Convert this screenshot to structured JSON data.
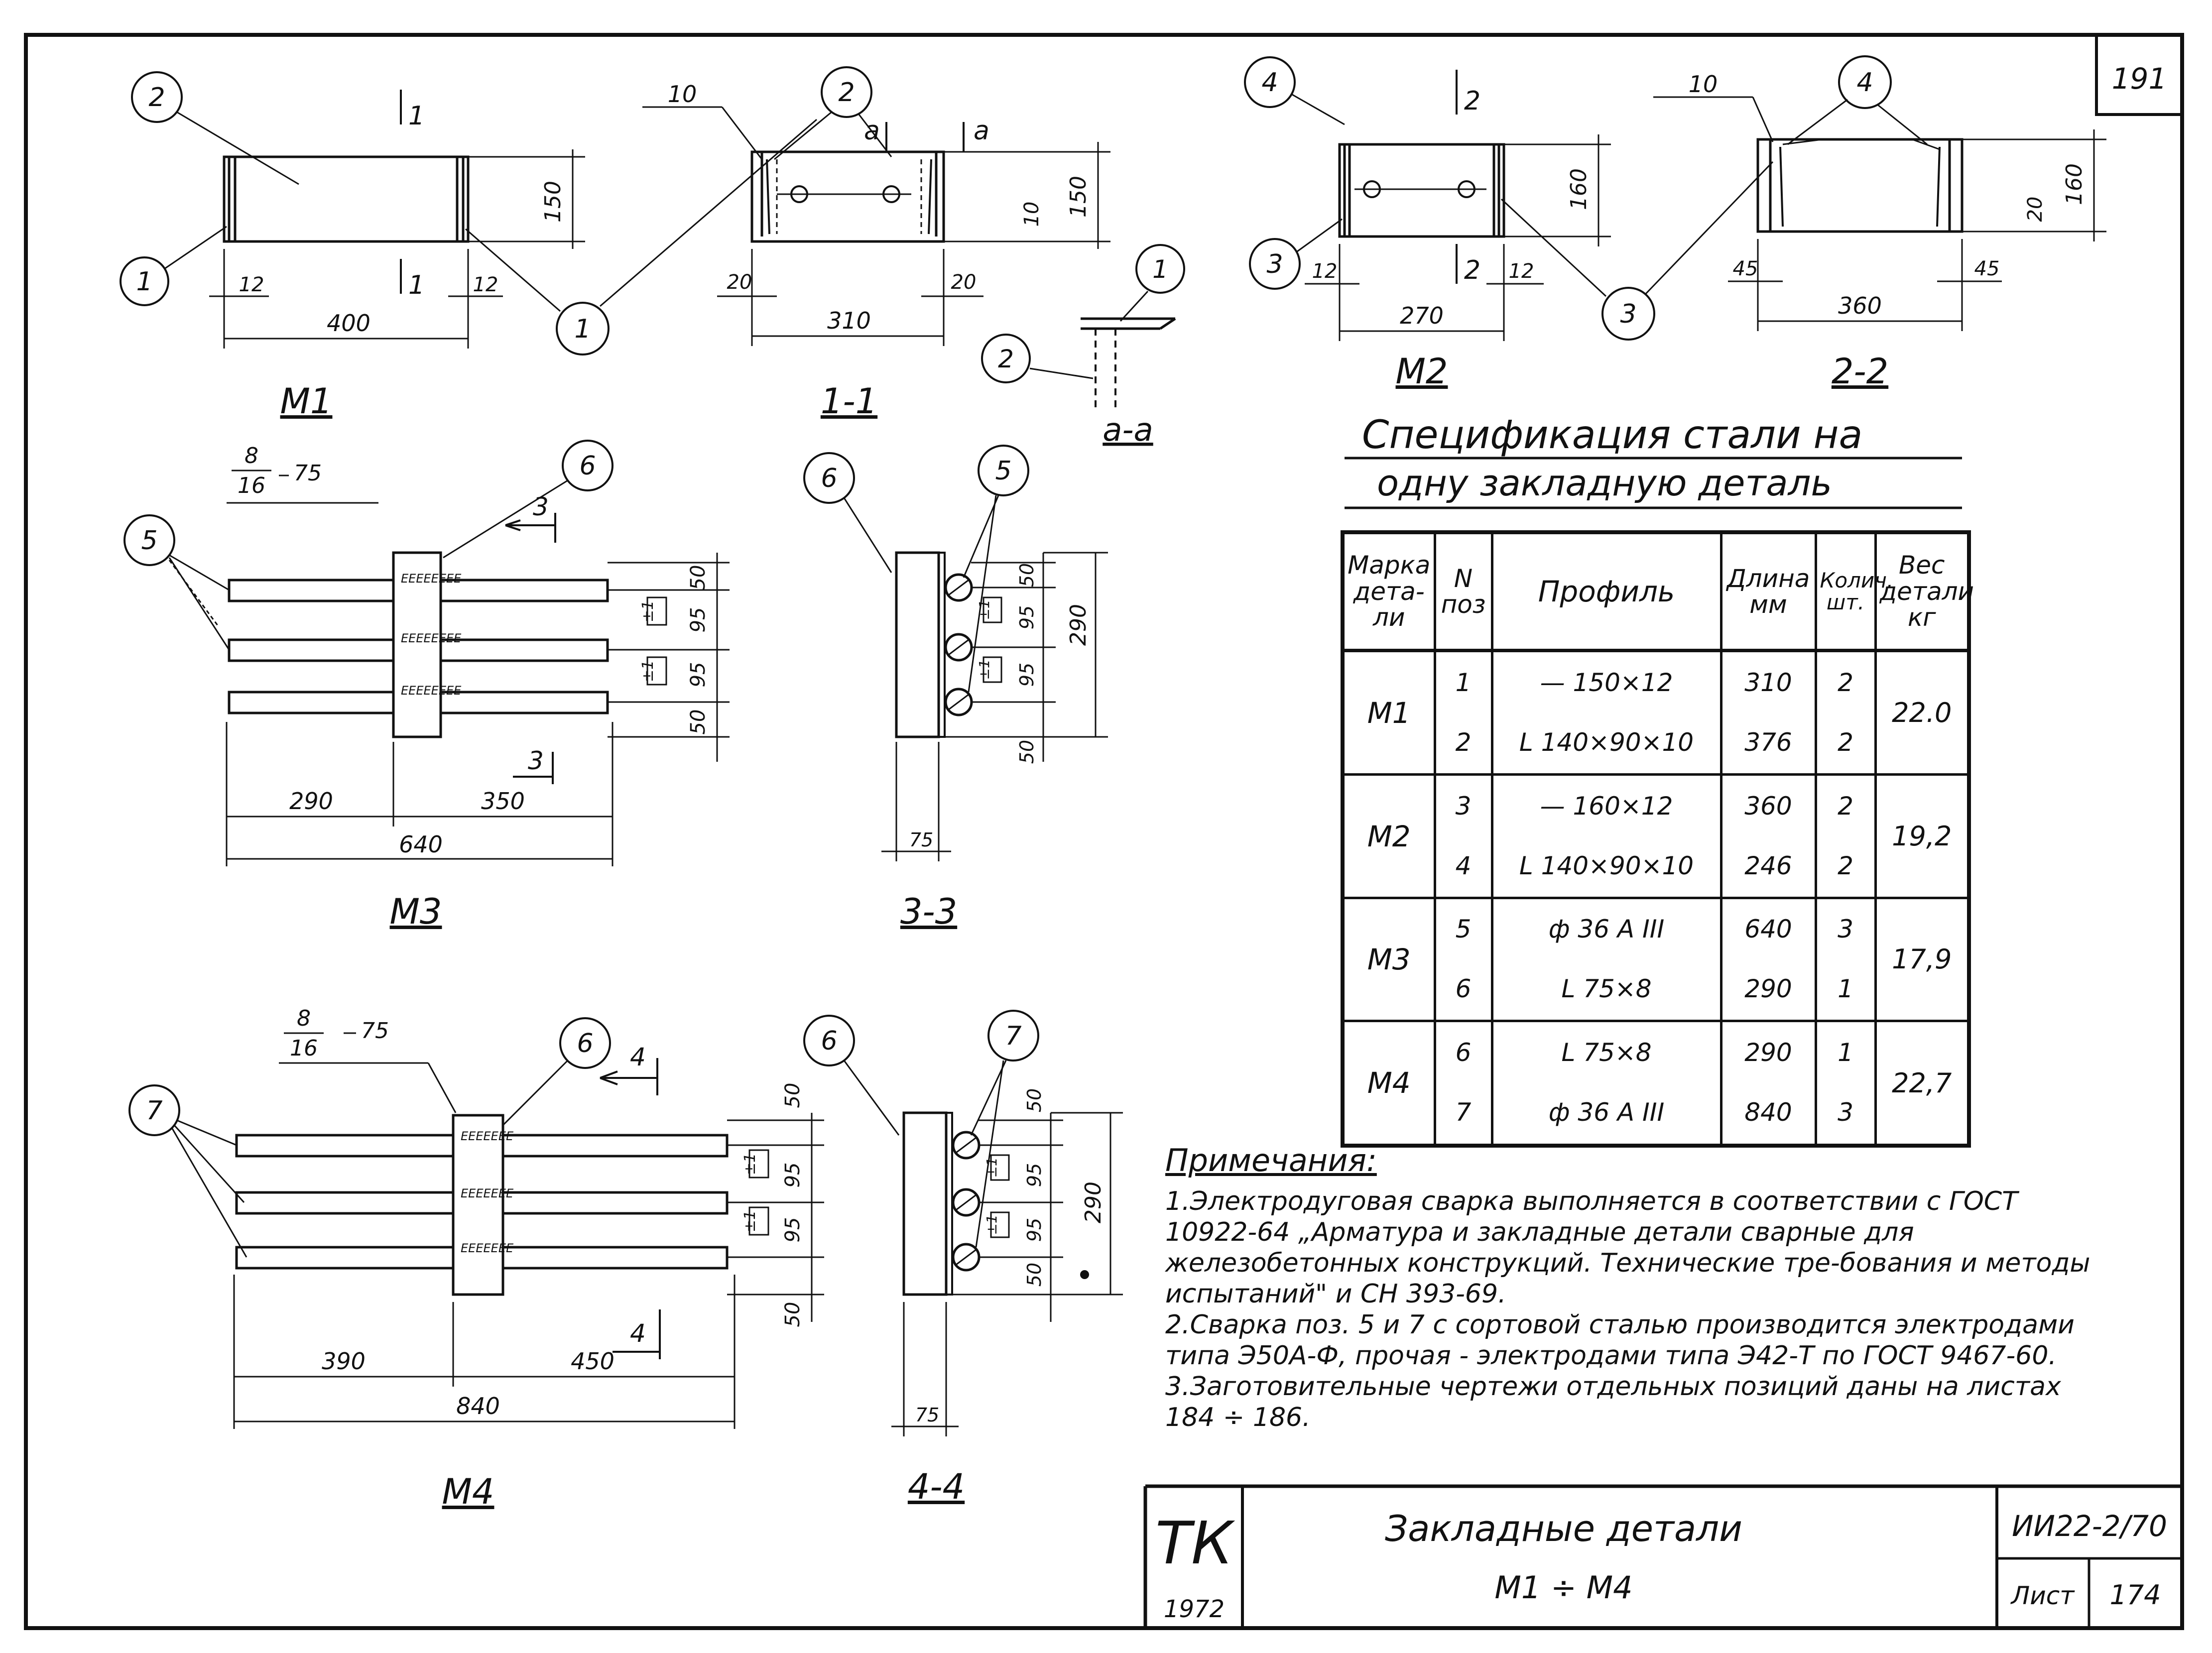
{
  "sheet_number_corner": "191",
  "views": {
    "m1": {
      "title": "М1",
      "dims": [
        "400",
        "12",
        "12",
        "150"
      ],
      "callouts": [
        "1",
        "2",
        "1"
      ],
      "section_marks": [
        "1",
        "1"
      ]
    },
    "s11": {
      "title": "1-1",
      "dims": [
        "310",
        "20",
        "20",
        "150",
        "10"
      ],
      "callouts": [
        "2",
        "10"
      ],
      "section_marks": [
        "а",
        "а"
      ]
    },
    "saa": {
      "title": "а-а",
      "callouts": [
        "1",
        "2"
      ]
    },
    "m2": {
      "title": "М2",
      "dims": [
        "270",
        "12",
        "12",
        "160"
      ],
      "callouts": [
        "4",
        "3",
        "3"
      ],
      "section_marks": [
        "2",
        "2"
      ]
    },
    "s22": {
      "title": "2-2",
      "dims": [
        "360",
        "45",
        "45",
        "160",
        "20"
      ],
      "callouts": [
        "10",
        "4"
      ]
    },
    "m3": {
      "title": "М3",
      "dims": [
        "290",
        "350",
        "640",
        "50",
        "95",
        "95",
        "50"
      ],
      "callouts": [
        "5",
        "6"
      ],
      "section_marks": [
        "3",
        "3"
      ],
      "weld_frac_top": "8",
      "weld_frac_bottom": "16",
      "weld_len": "75",
      "weld_tag": "±1"
    },
    "s33": {
      "title": "3-3",
      "dims": [
        "290",
        "50",
        "95",
        "95",
        "50",
        "75"
      ],
      "callouts": [
        "6",
        "5"
      ],
      "weld_tag": "±1"
    },
    "m4": {
      "title": "М4",
      "dims": [
        "390",
        "450",
        "840",
        "50",
        "95",
        "95",
        "50"
      ],
      "callouts": [
        "7",
        "6"
      ],
      "section_marks": [
        "4",
        "4"
      ],
      "weld_frac_top": "8",
      "weld_frac_bottom": "16",
      "weld_len": "75",
      "weld_tag": "±1"
    },
    "s44": {
      "title": "4-4",
      "dims": [
        "290",
        "50",
        "95",
        "95",
        "50",
        "75"
      ],
      "callouts": [
        "6",
        "7"
      ],
      "weld_tag": "±1"
    }
  },
  "spec": {
    "title_line1": "Спецификация стали на",
    "title_line2": "одну закладную деталь",
    "headers": {
      "mark": "Марка дета-ли",
      "pos": "N поз",
      "profile": "Профиль",
      "length": "Длина мм",
      "qty": "Колич. шт.",
      "weight": "Вес детали кг"
    },
    "groups": [
      {
        "mark": "М1",
        "weight": "22.0",
        "rows": [
          {
            "pos": "1",
            "profile": "— 150×12",
            "length": "310",
            "qty": "2"
          },
          {
            "pos": "2",
            "profile": "L 140×90×10",
            "length": "376",
            "qty": "2"
          }
        ]
      },
      {
        "mark": "М2",
        "weight": "19,2",
        "rows": [
          {
            "pos": "3",
            "profile": "— 160×12",
            "length": "360",
            "qty": "2"
          },
          {
            "pos": "4",
            "profile": "L 140×90×10",
            "length": "246",
            "qty": "2"
          }
        ]
      },
      {
        "mark": "М3",
        "weight": "17,9",
        "rows": [
          {
            "pos": "5",
            "profile": "ф 36 А III",
            "length": "640",
            "qty": "3"
          },
          {
            "pos": "6",
            "profile": "L 75×8",
            "length": "290",
            "qty": "1"
          }
        ]
      },
      {
        "mark": "М4",
        "weight": "22,7",
        "rows": [
          {
            "pos": "6",
            "profile": "L 75×8",
            "length": "290",
            "qty": "1"
          },
          {
            "pos": "7",
            "profile": "ф 36 А III",
            "length": "840",
            "qty": "3"
          }
        ]
      }
    ]
  },
  "notes": {
    "heading": "Примечания:",
    "items": [
      "1.Электродуговая сварка выполняется в соответствии с ГОСТ 10922-64 „Арматура и закладные детали сварные для железобетонных конструкций. Технические тре-бования и методы испытаний\" и СН 393-69.",
      "2.Сварка поз. 5 и 7 с сортовой сталью производится электродами типа Э50А-Ф, прочая - электродами типа Э42-Т по ГОСТ 9467-60.",
      "3.Заготовительные чертежи отдельных позиций даны на листах 184 ÷ 186."
    ]
  },
  "title_block": {
    "org": "ТК",
    "year": "1972",
    "title_line1": "Закладные детали",
    "title_line2": "М1 ÷ М4",
    "code": "ИИ22-2/70",
    "sheet_label": "Лист",
    "sheet_number": "174"
  }
}
